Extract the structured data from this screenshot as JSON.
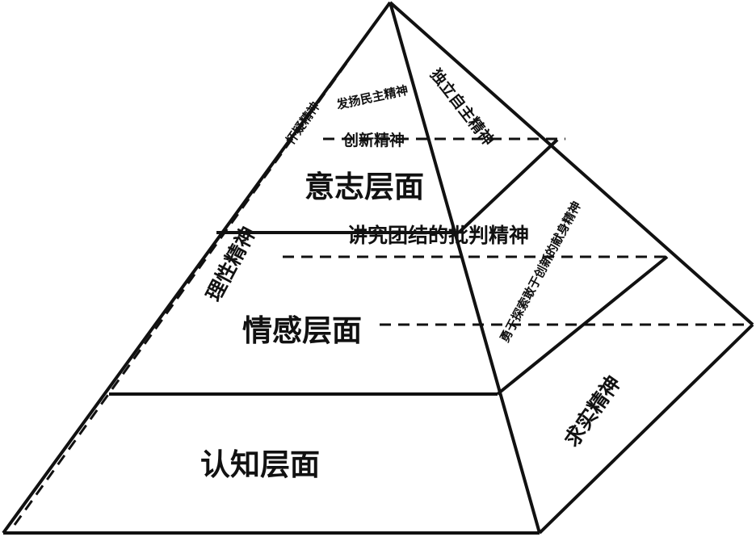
{
  "layers": {
    "top": "意志层面",
    "middle": "情感层面",
    "bottom": "认知层面"
  },
  "spirits": {
    "democracy": "发扬民主精神",
    "innovation": "创新精神",
    "unity_critique": "讲究团结的批判精神",
    "rational": "理性精神",
    "truth_seeking": "求实精神",
    "independent": "独立自主精神",
    "skeptical": "怀疑精神",
    "exploration": "勇于探索敢于创新的献身精神"
  }
}
